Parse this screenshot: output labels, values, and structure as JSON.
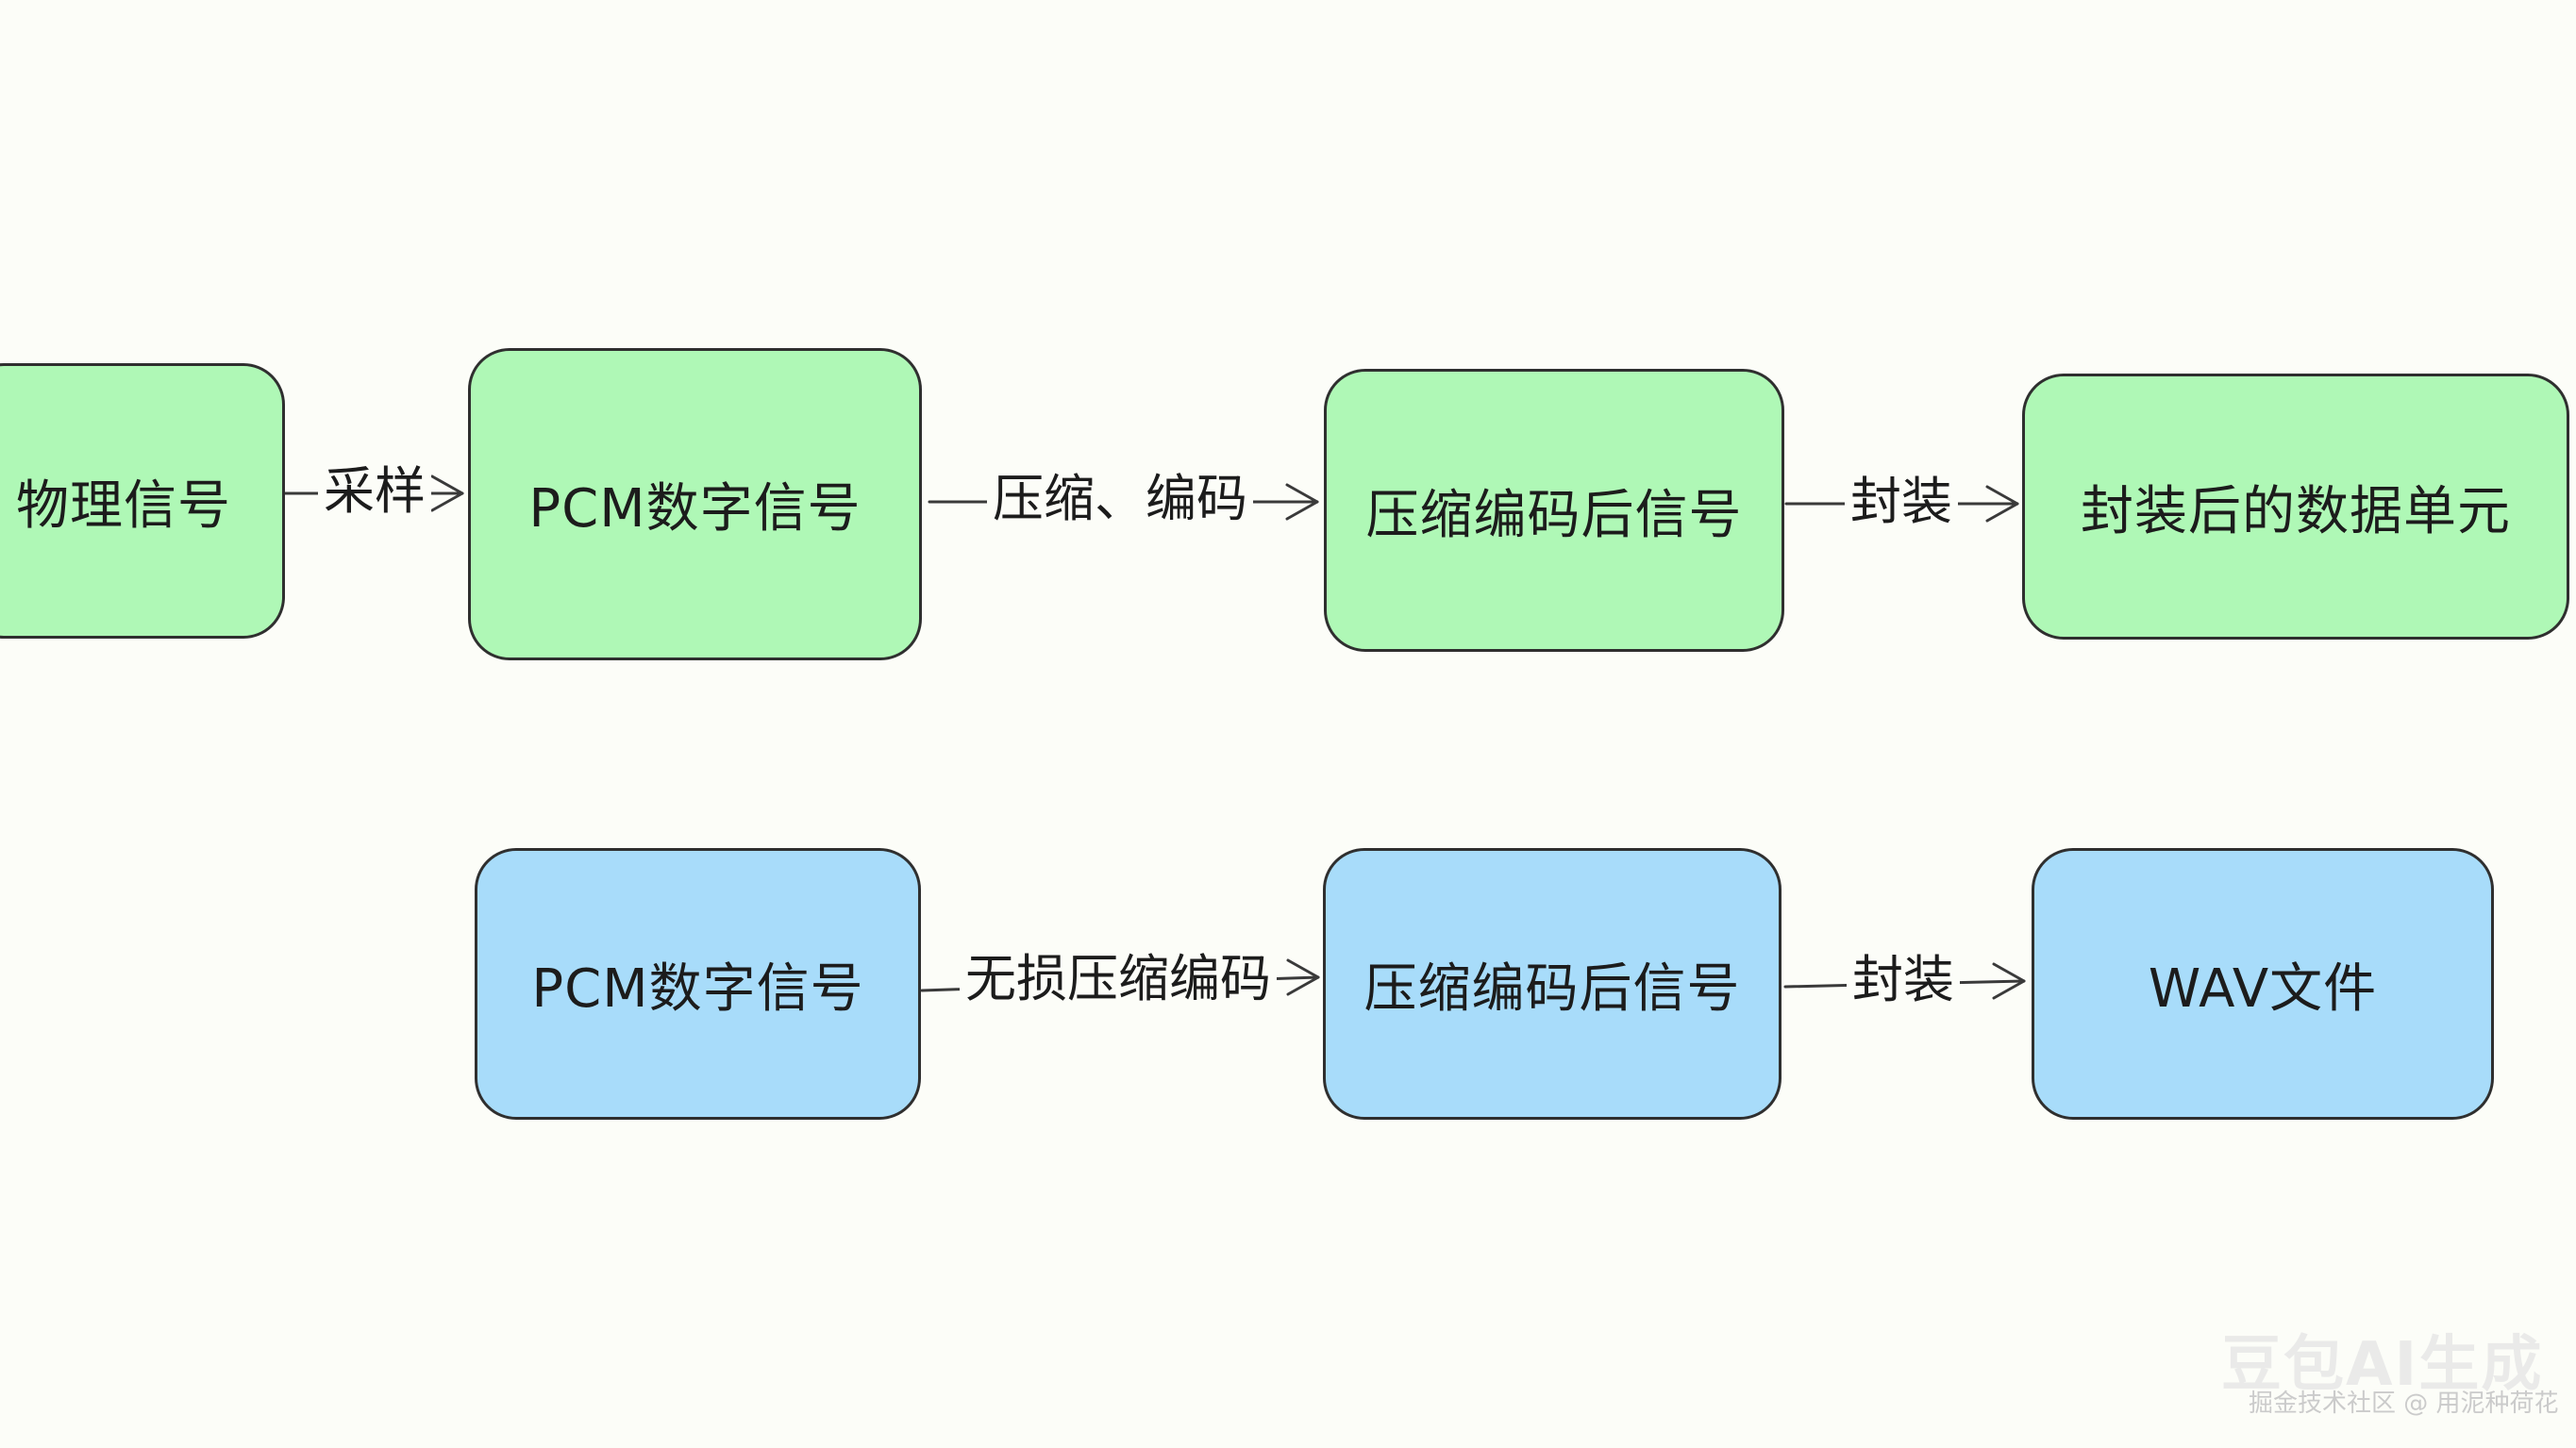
{
  "diagram": {
    "row1": {
      "nodes": [
        "物理信号",
        "PCM数字信号",
        "压缩编码后信号",
        "封装后的数据单元"
      ],
      "edges": [
        "采样",
        "压缩、编码",
        "封装"
      ]
    },
    "row2": {
      "nodes": [
        "PCM数字信号",
        "压缩编码后信号",
        "WAV文件"
      ],
      "edges": [
        "无损压缩编码",
        "封装"
      ]
    },
    "colors": {
      "green_fill": "#aff8b6",
      "blue_fill": "#a8dcfa",
      "stroke": "#2f2f2f",
      "background": "#fcfdf8"
    }
  },
  "watermark": {
    "logo": "豆包AI生成",
    "credit": "掘金技术社区 @ 用泥种荷花"
  }
}
